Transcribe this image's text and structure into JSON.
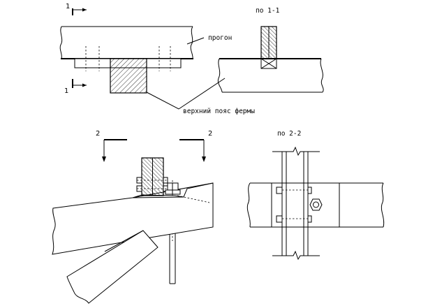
{
  "labels": {
    "section_1_view": "по 1-1",
    "purlin": "прогон",
    "truss_top_chord": "верхний пояс фермы",
    "section_2_view": "по 2-2",
    "cut_1_top": "1",
    "cut_1_bottom": "1",
    "cut_2_left": "2",
    "cut_2_right": "2"
  }
}
